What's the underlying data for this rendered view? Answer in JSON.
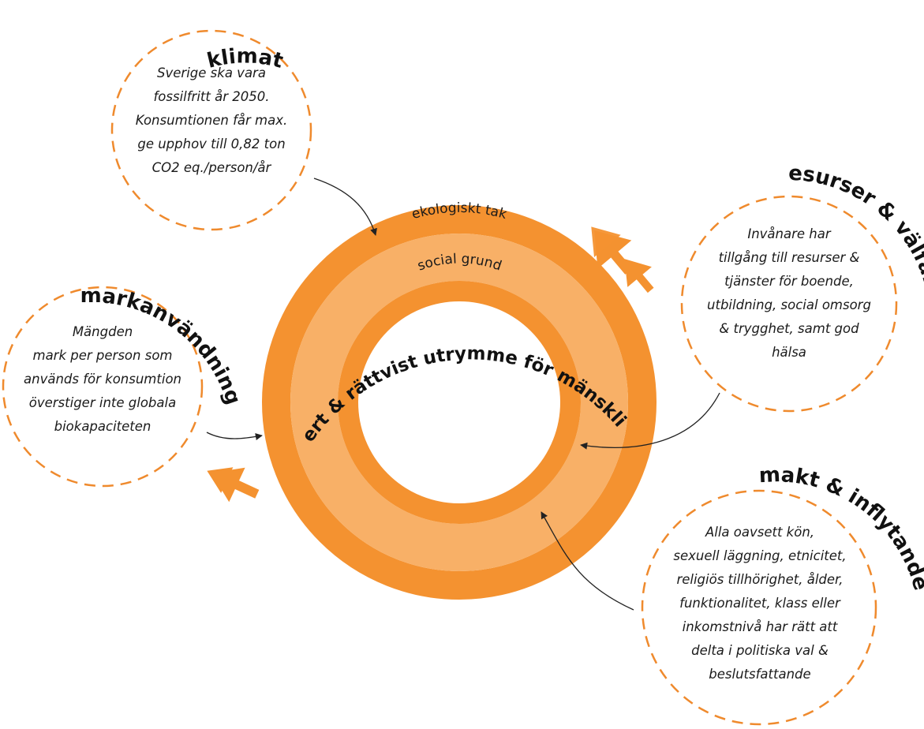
{
  "diagram": {
    "ring": {
      "outer_label": "ekologiskt tak",
      "inner_label": "social grund",
      "main_label": "ett säkert & rättvist utrymme för mänskligheten"
    },
    "colors": {
      "dark_orange": "#F49230",
      "light_orange": "#F8B067",
      "dash_orange": "#EF8A2D",
      "arrow_line": "#222222"
    },
    "bubbles": {
      "klimat": {
        "title": "klimat",
        "lines": [
          "Sverige ska vara",
          "fossilfritt år 2050.",
          "Konsumtionen får max.",
          "ge upphov till 0,82 ton",
          "CO2 eq./person/år"
        ]
      },
      "markanvandning": {
        "title": "markanvändning",
        "lines": [
          "Mängden",
          "mark per person som",
          "används för konsumtion",
          "överstiger inte globala",
          "biokapaciteten"
        ]
      },
      "resurser": {
        "title": "resurser & välfärd",
        "lines": [
          "Invånare har",
          "tillgång till resurser &",
          "tjänster för boende,",
          "utbildning, social omsorg",
          "& trygghet, samt god",
          "hälsa"
        ]
      },
      "makt": {
        "title": "makt & inflytande",
        "lines": [
          "Alla oavsett kön,",
          "sexuell läggning, etnicitet,",
          "religiös tillhörighet, ålder,",
          "funktionalitet, klass eller",
          "inkomstnivå har rätt att",
          "delta i politiska val &",
          "beslutsfattande"
        ]
      }
    }
  }
}
